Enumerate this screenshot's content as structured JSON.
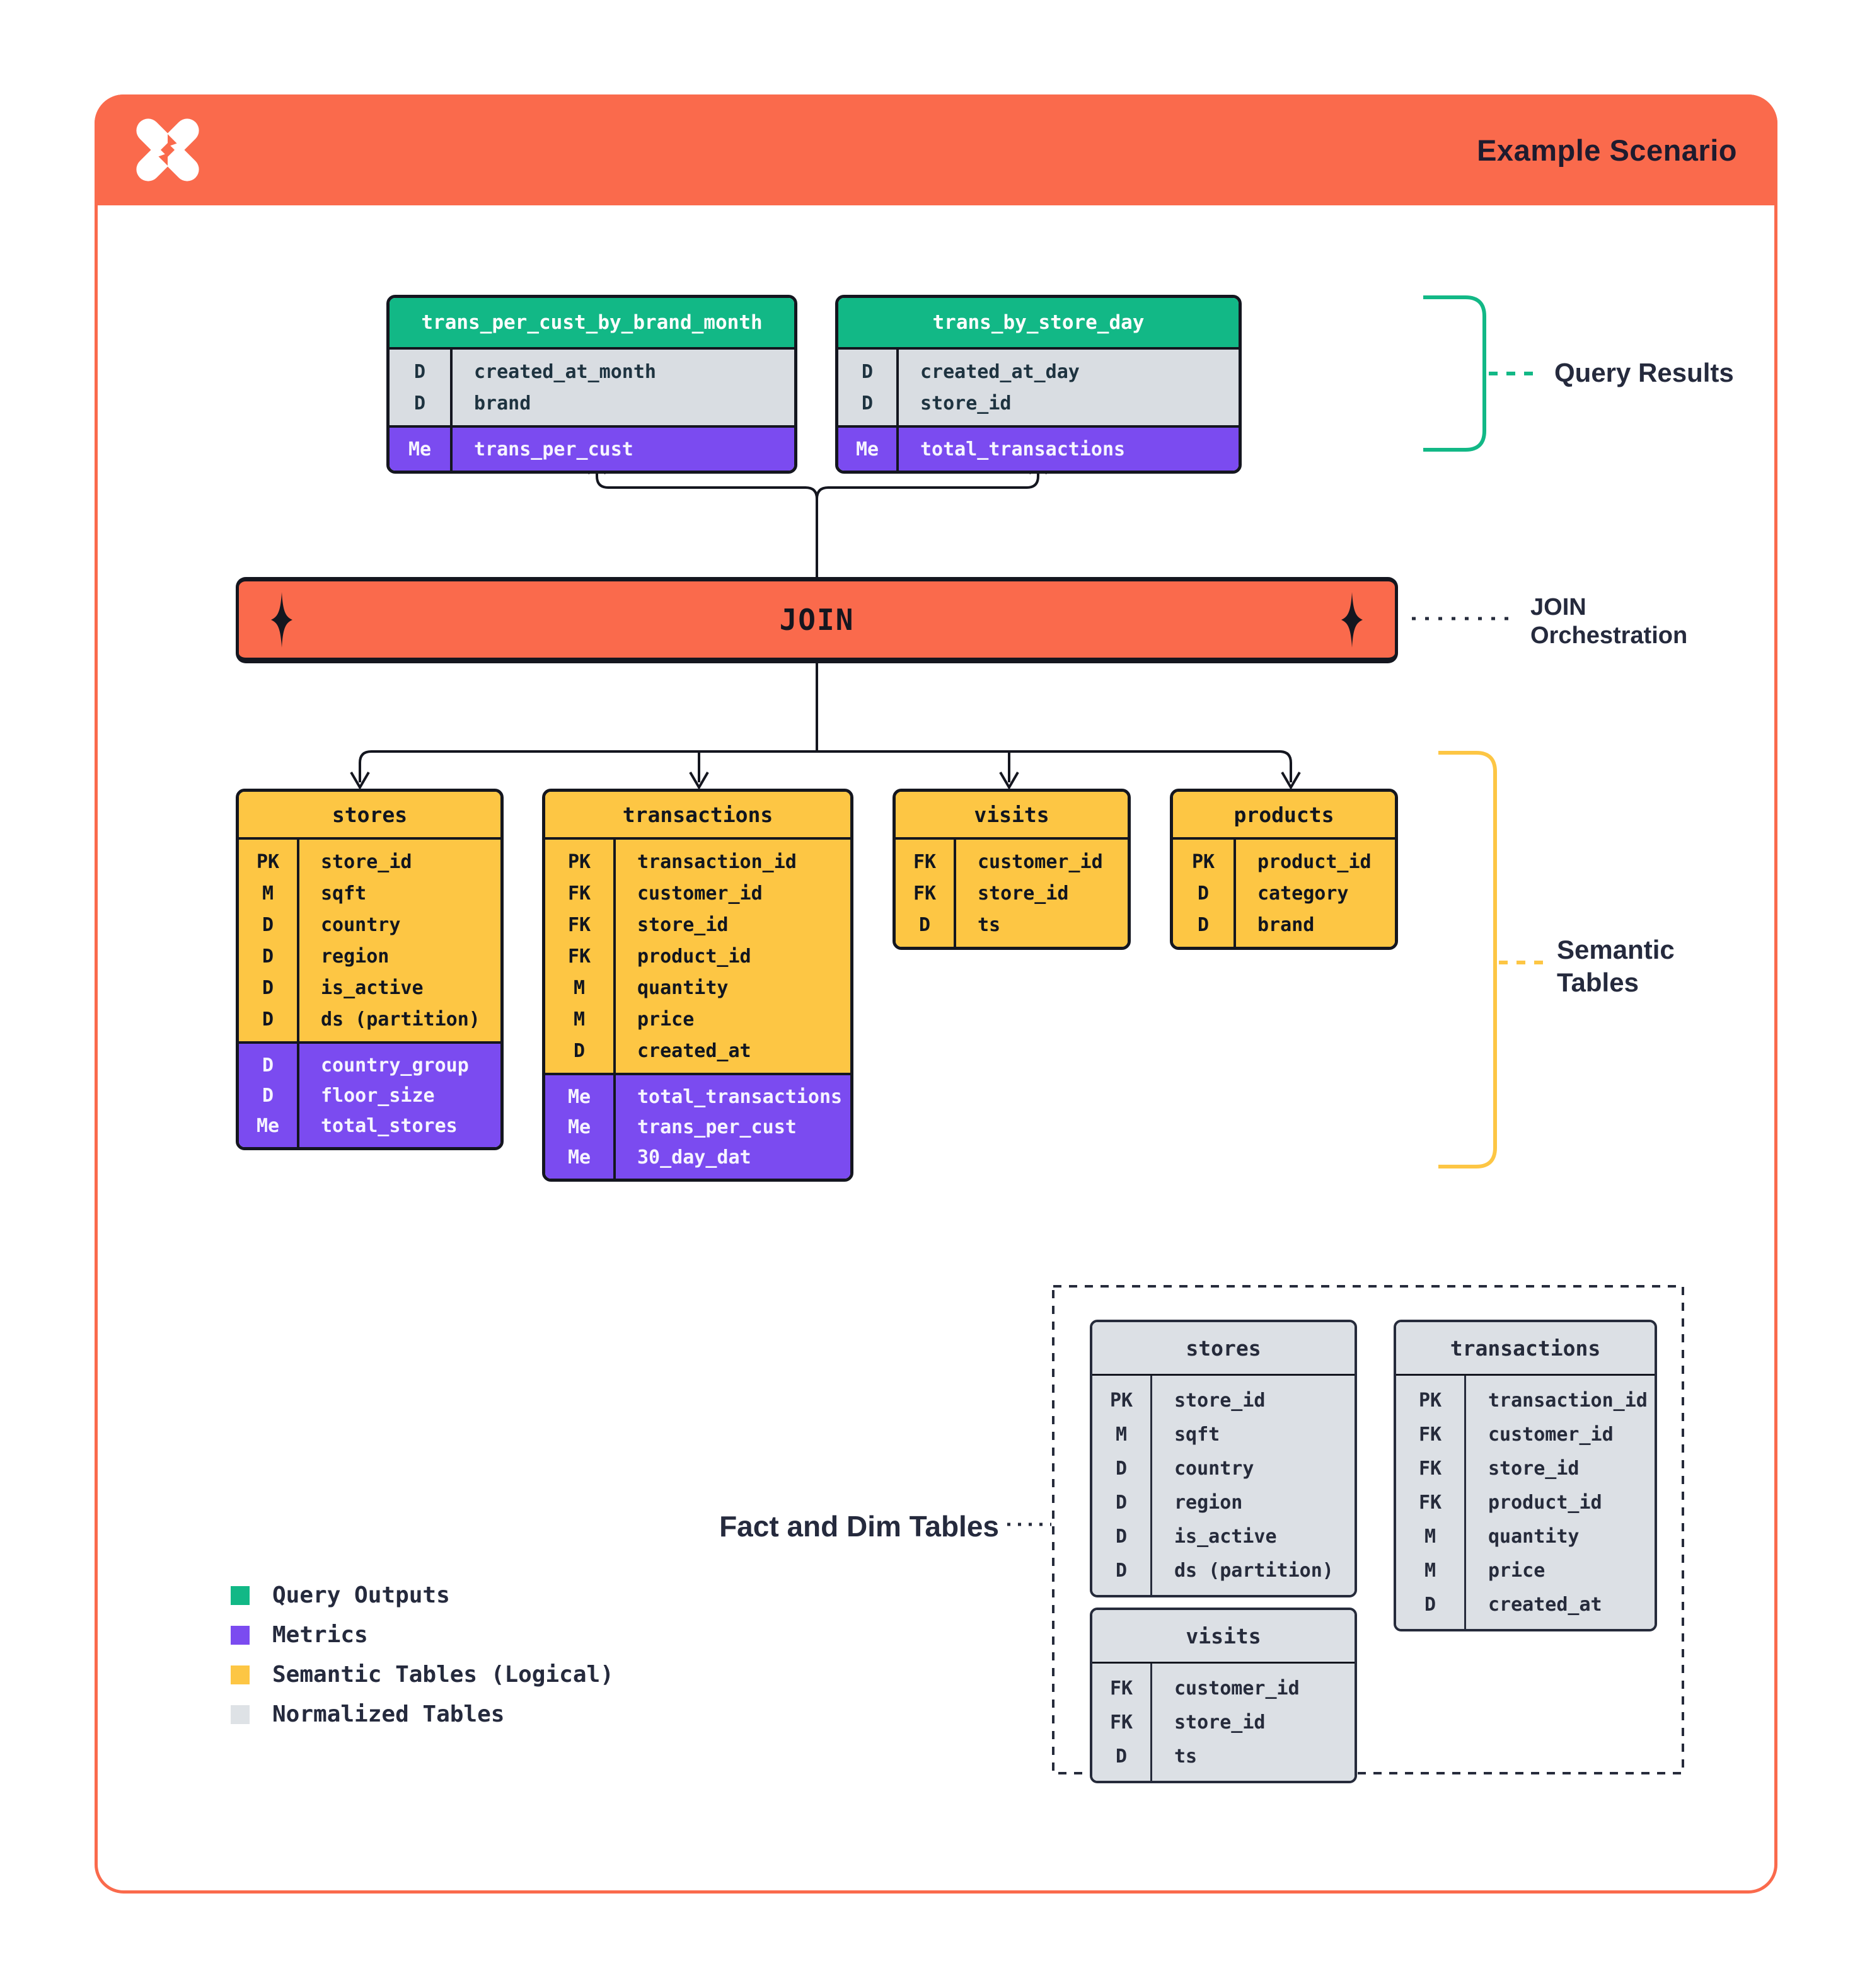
{
  "header": {
    "title": "Example Scenario",
    "logo": "pinwheel-x-logo"
  },
  "annotations": {
    "query_results": "Query Results",
    "join_line1": "JOIN",
    "join_line2": "Orchestration",
    "semantic_line1": "Semantic",
    "semantic_line2": "Tables",
    "fact_dim": "Fact and Dim Tables"
  },
  "join_block": {
    "label": "JOIN"
  },
  "query_tables": [
    {
      "name": "trans_per_cust_by_brand_month",
      "dims": [
        [
          "D",
          "created_at_month"
        ],
        [
          "D",
          "brand"
        ]
      ],
      "metrics": [
        [
          "Me",
          "trans_per_cust"
        ]
      ]
    },
    {
      "name": "trans_by_store_day",
      "dims": [
        [
          "D",
          "created_at_day"
        ],
        [
          "D",
          "store_id"
        ]
      ],
      "metrics": [
        [
          "Me",
          "total_transactions"
        ]
      ]
    }
  ],
  "semantic_tables": [
    {
      "name": "stores",
      "fields": [
        [
          "PK",
          "store_id"
        ],
        [
          "M",
          "sqft"
        ],
        [
          "D",
          "country"
        ],
        [
          "D",
          "region"
        ],
        [
          "D",
          "is_active"
        ],
        [
          "D",
          "ds (partition)"
        ]
      ],
      "metrics": [
        [
          "D",
          "country_group"
        ],
        [
          "D",
          "floor_size"
        ],
        [
          "Me",
          "total_stores"
        ]
      ]
    },
    {
      "name": "transactions",
      "fields": [
        [
          "PK",
          "transaction_id"
        ],
        [
          "FK",
          "customer_id"
        ],
        [
          "FK",
          "store_id"
        ],
        [
          "FK",
          "product_id"
        ],
        [
          "M",
          "quantity"
        ],
        [
          "M",
          "price"
        ],
        [
          "D",
          "created_at"
        ]
      ],
      "metrics": [
        [
          "Me",
          "total_transactions"
        ],
        [
          "Me",
          "trans_per_cust"
        ],
        [
          "Me",
          "30_day_dat"
        ]
      ]
    },
    {
      "name": "visits",
      "fields": [
        [
          "FK",
          "customer_id"
        ],
        [
          "FK",
          "store_id"
        ],
        [
          "D",
          "ts"
        ]
      ],
      "metrics": []
    },
    {
      "name": "products",
      "fields": [
        [
          "PK",
          "product_id"
        ],
        [
          "D",
          "category"
        ],
        [
          "D",
          "brand"
        ]
      ],
      "metrics": []
    }
  ],
  "normalized_tables": [
    {
      "name": "stores",
      "fields": [
        [
          "PK",
          "store_id"
        ],
        [
          "M",
          "sqft"
        ],
        [
          "D",
          "country"
        ],
        [
          "D",
          "region"
        ],
        [
          "D",
          "is_active"
        ],
        [
          "D",
          "ds (partition)"
        ]
      ]
    },
    {
      "name": "transactions",
      "fields": [
        [
          "PK",
          "transaction_id"
        ],
        [
          "FK",
          "customer_id"
        ],
        [
          "FK",
          "store_id"
        ],
        [
          "FK",
          "product_id"
        ],
        [
          "M",
          "quantity"
        ],
        [
          "M",
          "price"
        ],
        [
          "D",
          "created_at"
        ]
      ]
    },
    {
      "name": "visits",
      "fields": [
        [
          "FK",
          "customer_id"
        ],
        [
          "FK",
          "store_id"
        ],
        [
          "D",
          "ts"
        ]
      ]
    }
  ],
  "legend": [
    {
      "color": "#12B886",
      "label": "Query Outputs"
    },
    {
      "color": "#7B4BF0",
      "label": "Metrics"
    },
    {
      "color": "#FDC644",
      "label": "Semantic Tables (Logical)"
    },
    {
      "color": "#DEE2E6",
      "label": "Normalized Tables"
    }
  ],
  "colors": {
    "accent_orange": "#FA6A4C",
    "green": "#12B886",
    "purple": "#7B4BF0",
    "yellow": "#FDC644",
    "gray_rows": "#D9DDE2",
    "normalized_gray": "#DCE0E5",
    "dark_border": "#14161F",
    "navy_text": "#252A3D"
  }
}
